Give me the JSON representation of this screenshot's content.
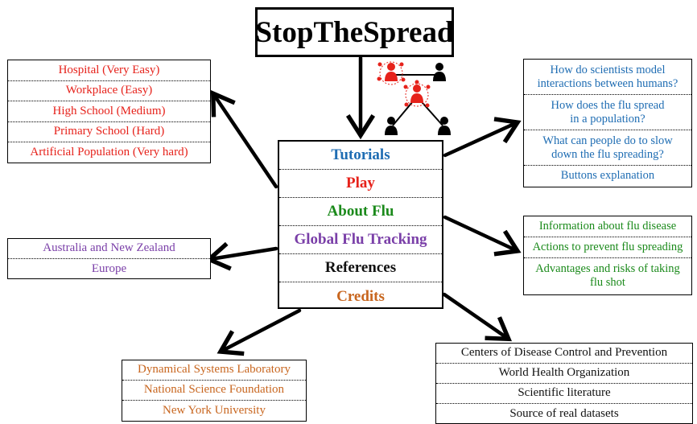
{
  "title": "StopTheSpread",
  "menu": {
    "items": [
      {
        "label": "Tutorials",
        "color": "#1f6db3"
      },
      {
        "label": "Play",
        "color": "#e6221b"
      },
      {
        "label": "About Flu",
        "color": "#1b8a1b"
      },
      {
        "label": "Global Flu Tracking",
        "color": "#7a3fa8"
      },
      {
        "label": "References",
        "color": "#111111"
      },
      {
        "label": "Credits",
        "color": "#c8661f"
      }
    ]
  },
  "play": {
    "items": [
      "Hospital (Very Easy)",
      "Workplace (Easy)",
      "High School (Medium)",
      "Primary School (Hard)",
      "Artificial Population (Very hard)"
    ]
  },
  "tutorials": {
    "items": [
      {
        "line1": "How do scientists model",
        "line2": "interactions between humans?"
      },
      {
        "line1": "How does the flu spread",
        "line2": "in a population?"
      },
      {
        "line1": "What can people do to slow",
        "line2": "down the flu spreading?"
      },
      {
        "line1": "Buttons explanation",
        "line2": ""
      }
    ]
  },
  "about_flu": {
    "items": [
      {
        "line1": "Information about flu disease",
        "line2": ""
      },
      {
        "line1": "Actions to prevent flu spreading",
        "line2": ""
      },
      {
        "line1": "Advantages and risks of taking",
        "line2": "flu shot"
      }
    ]
  },
  "tracking": {
    "items": [
      "Australia and New Zealand",
      "Europe"
    ]
  },
  "credits": {
    "items": [
      "Dynamical Systems Laboratory",
      "National Science Foundation",
      "New York University"
    ]
  },
  "references": {
    "items": [
      "Centers of Disease Control and Prevention",
      "World Health Organization",
      "Scientific literature",
      "Source of real datasets"
    ]
  },
  "icon": {
    "name": "infection-network-icon",
    "infected_color": "#e6221b",
    "healthy_color": "#000000"
  }
}
